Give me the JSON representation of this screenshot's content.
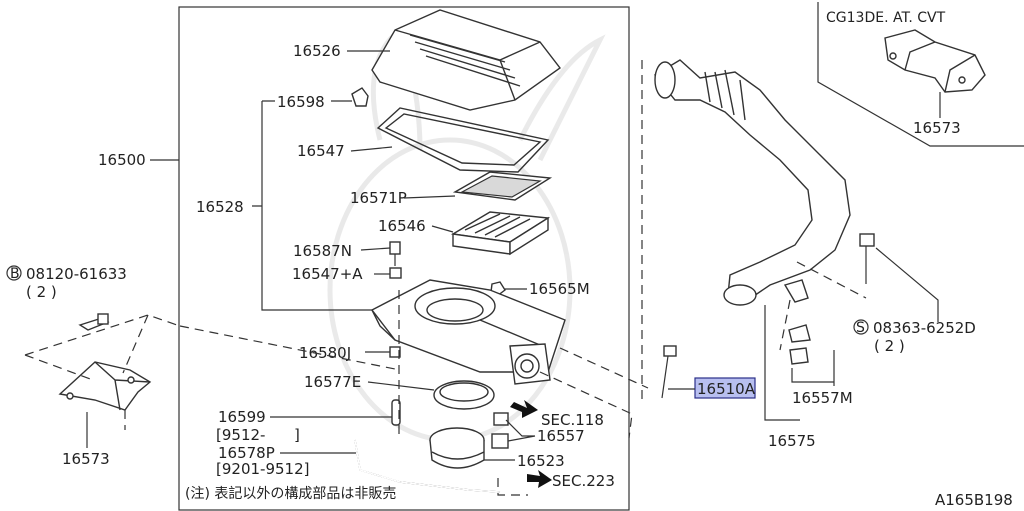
{
  "diagram": {
    "labels": {
      "main_assembly": "16500",
      "cover": "16526",
      "clip": "16598",
      "seal": "16547",
      "filter_p": "16571P",
      "element": "16546",
      "box_assy": "16528",
      "nut": "16587N",
      "seal_a": "16547+A",
      "grommet_m": "16565M",
      "bolt_j": "16580J",
      "clamp_e": "16577E",
      "tube_16599": "16599",
      "tube_16599_date": "[9512-      ]",
      "hose_p": "16578P",
      "hose_p_date": "[9201-9512]",
      "grommet_16557": "16557",
      "duct_16523": "16523",
      "sec_118": "SEC.118",
      "sec_223": "SEC.223",
      "bolt_b_ref": "08120-61633",
      "bolt_b_qty": "( 2 )",
      "bracket_left": "16573",
      "resonator_bolt": "16510A",
      "screw_s_ref": "08363-6252D",
      "screw_s_qty": "( 2 )",
      "grommet_m2": "16557M",
      "duct_16575": "16575",
      "inset_title": "CG13DE. AT. CVT",
      "bracket_inset": "16573",
      "footnote": "(注) 表記以外の構成部品は非販売",
      "diagram_code": "A165B198"
    },
    "circled": {
      "b": "B",
      "s": "S"
    }
  }
}
